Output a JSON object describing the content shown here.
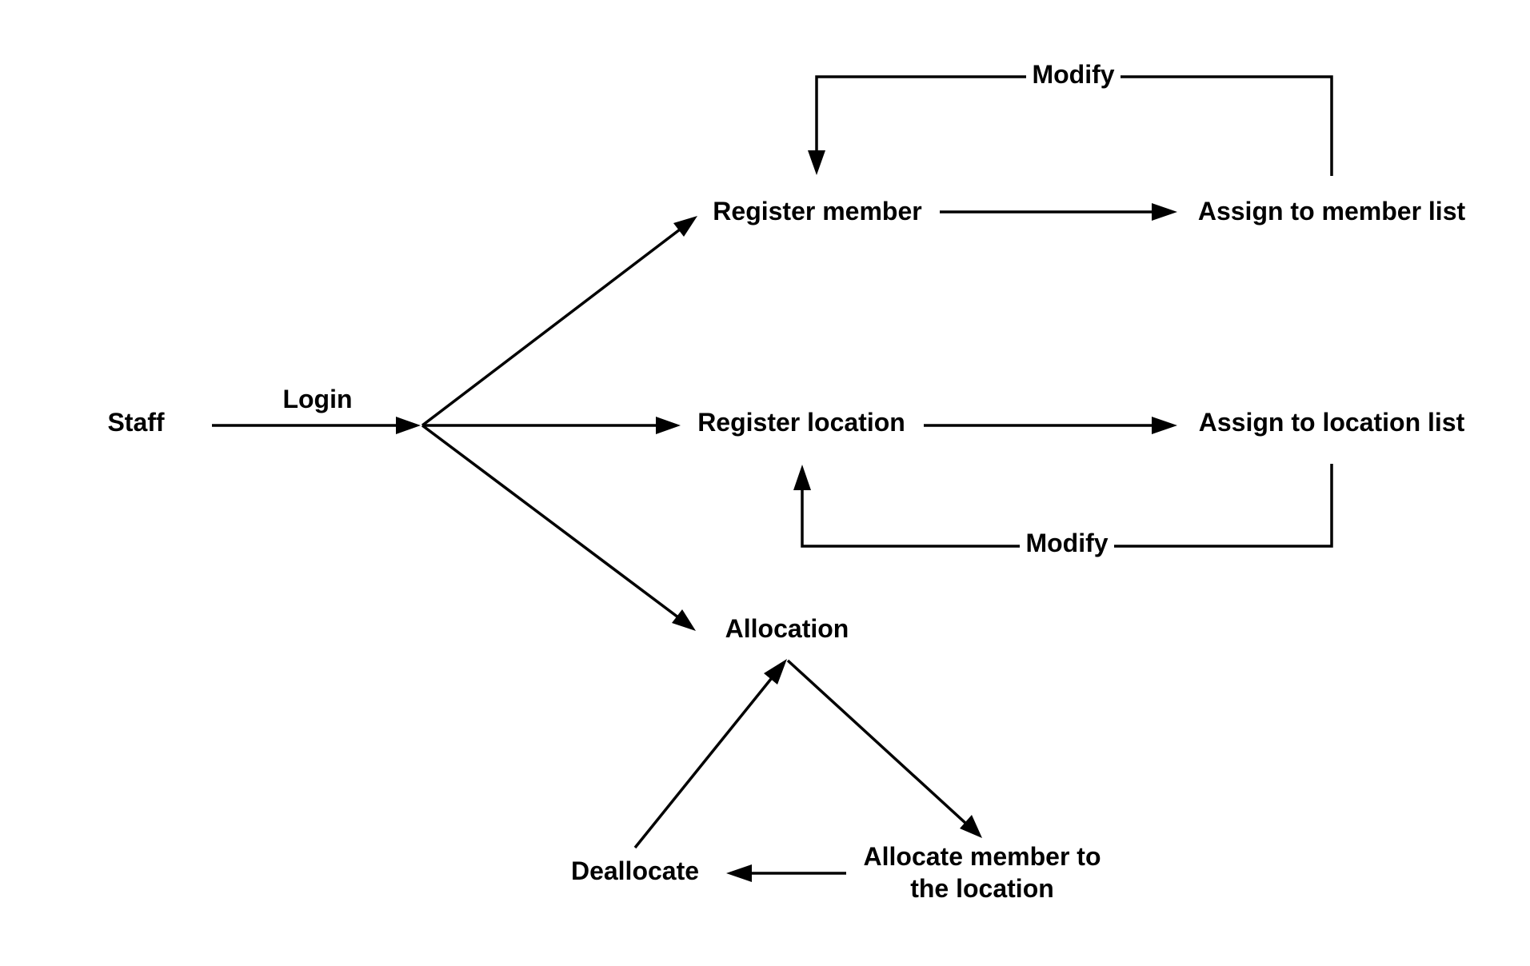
{
  "nodes": {
    "staff": "Staff",
    "register_member": "Register member",
    "assign_member_list": "Assign to member list",
    "register_location": "Register location",
    "assign_location_list": "Assign to location list",
    "allocation": "Allocation",
    "deallocate": "Deallocate",
    "allocate_line1": "Allocate member to",
    "allocate_line2": "the location"
  },
  "edge_labels": {
    "login": "Login",
    "modify_member": "Modify",
    "modify_location": "Modify"
  },
  "colors": {
    "line": "#000000",
    "text": "#000000",
    "background": "#ffffff"
  }
}
